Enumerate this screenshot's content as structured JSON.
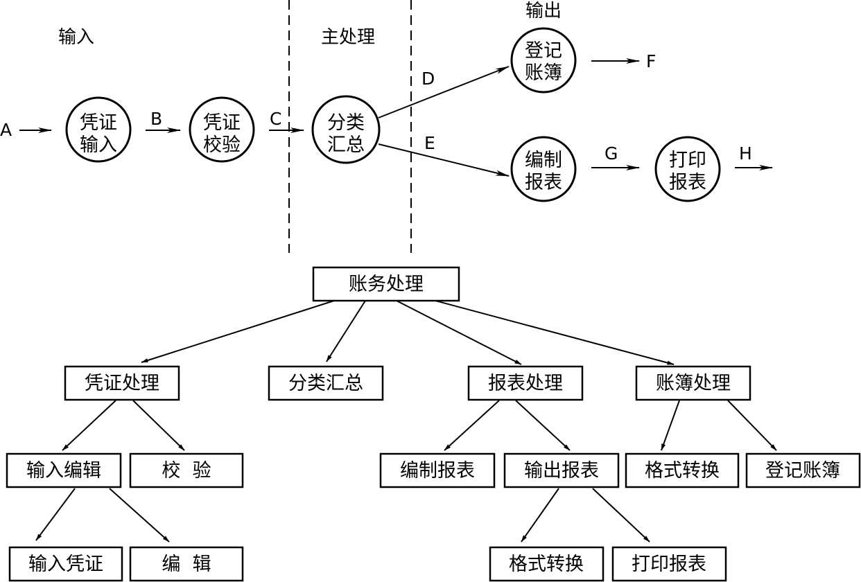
{
  "flow": {
    "sections": {
      "input": "输入",
      "main": "主处理",
      "output": "输出"
    },
    "processes": {
      "voucher_input": [
        "凭证",
        "输入"
      ],
      "voucher_check": [
        "凭证",
        "校验"
      ],
      "classify_summary": [
        "分类",
        "汇总"
      ],
      "register_ledger": [
        "登记",
        "账簿"
      ],
      "compile_report": [
        "编制",
        "报表"
      ],
      "print_report": [
        "打印",
        "报表"
      ]
    },
    "edges": {
      "a": "A",
      "b": "B",
      "c": "C",
      "d": "D",
      "e": "E",
      "f": "F",
      "g": "G",
      "h": "H"
    }
  },
  "tree": {
    "root": "账务处理",
    "voucher_processing": "凭证处理",
    "classify_summary": "分类汇总",
    "report_processing": "报表处理",
    "ledger_processing": "账簿处理",
    "input_edit": "输入编辑",
    "check": "校  验",
    "compile_report": "编制报表",
    "output_report": "输出报表",
    "format_convert": "格式转换",
    "register_ledger": "登记账簿",
    "input_voucher": "输入凭证",
    "edit": "编  辑",
    "format_convert_2": "格式转换",
    "print_report": "打印报表"
  }
}
